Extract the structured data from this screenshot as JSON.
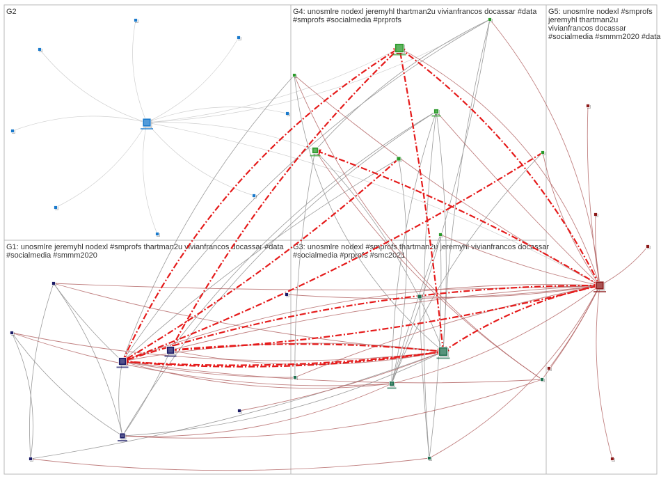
{
  "colors": {
    "panel_border": "#b8b8b8",
    "edge_gray": "#9a9a9a",
    "edge_light": "#cfcfcf",
    "edge_red_soft": "#b06060",
    "edge_red_strong": "#e51a1a",
    "g1_node": "#1a1a66",
    "g2_node": "#1a7acc",
    "g3_node": "#1f6f4f",
    "g4_node": "#2a9a2a",
    "g5_node": "#8c1a1a"
  },
  "groups": [
    {
      "id": "G1",
      "title_lines": [
        "G1: unosmlre jeremyhl nodexl #smprofs thartman2u vivianfrancos docassar #data",
        "#socialmedia #smmm2020"
      ]
    },
    {
      "id": "G2",
      "title_lines": [
        "G2"
      ]
    },
    {
      "id": "G3",
      "title_lines": [
        "G3: unosmlre nodexl #smprofs thartman2u jeremyhl vivianfrancos docassar",
        "#socialmedia #prprofs #smc2021"
      ]
    },
    {
      "id": "G4",
      "title_lines": [
        "G4: unosmlre nodexl jeremyhl thartman2u vivianfrancos docassar #data",
        "#smprofs #socialmedia #prprofs"
      ]
    },
    {
      "id": "G5",
      "title_lines": [
        "G5: unosmlre nodexl #smprofs",
        "jeremyhl thartman2u",
        "vivianfrancos docassar",
        "#socialmedia #smmm2020 #data"
      ]
    }
  ]
}
